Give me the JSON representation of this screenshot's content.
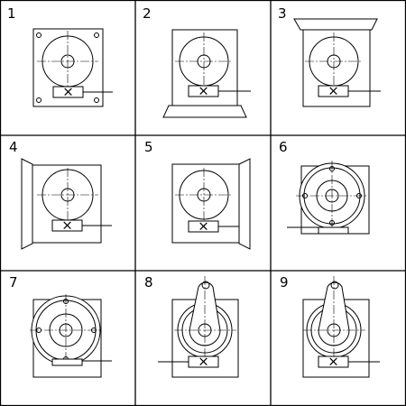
{
  "panels": [
    {
      "number": "1",
      "variant": "foot-flange-square"
    },
    {
      "number": "2",
      "variant": "base-bottom"
    },
    {
      "number": "3",
      "variant": "base-top"
    },
    {
      "number": "4",
      "variant": "base-left"
    },
    {
      "number": "5",
      "variant": "base-right"
    },
    {
      "number": "6",
      "variant": "round-flange-face"
    },
    {
      "number": "7",
      "variant": "round-flange-large"
    },
    {
      "number": "8",
      "variant": "swing-arm-left-terminal"
    },
    {
      "number": "9",
      "variant": "swing-arm-right-terminal"
    }
  ],
  "terminal_box_symbol": "×",
  "line_color": "#000000",
  "background_color": "#ffffff"
}
